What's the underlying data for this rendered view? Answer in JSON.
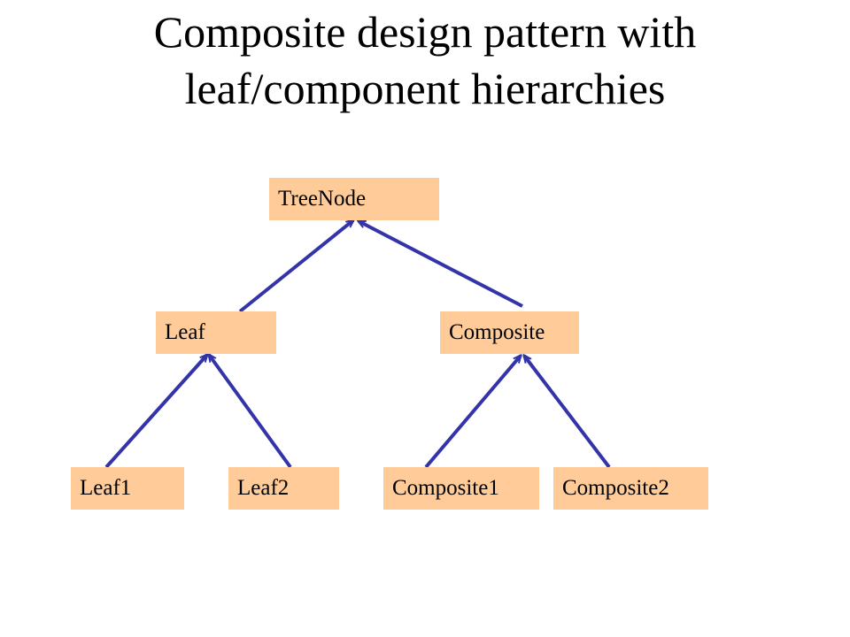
{
  "title": {
    "line1": "Composite design pattern with",
    "line2": "leaf/component hierarchies"
  },
  "colors": {
    "node_fill": "#FFCC99",
    "edge": "#3333AA",
    "text": "#000000",
    "background": "#FFFFFF"
  },
  "nodes": {
    "treenode": "TreeNode",
    "leaf": "Leaf",
    "composite": "Composite",
    "leaf1": "Leaf1",
    "leaf2": "Leaf2",
    "composite1": "Composite1",
    "composite2": "Composite2"
  },
  "edges": [
    {
      "from": "leaf",
      "to": "treenode"
    },
    {
      "from": "composite",
      "to": "treenode"
    },
    {
      "from": "leaf1",
      "to": "leaf"
    },
    {
      "from": "leaf2",
      "to": "leaf"
    },
    {
      "from": "composite1",
      "to": "composite"
    },
    {
      "from": "composite2",
      "to": "composite"
    }
  ]
}
